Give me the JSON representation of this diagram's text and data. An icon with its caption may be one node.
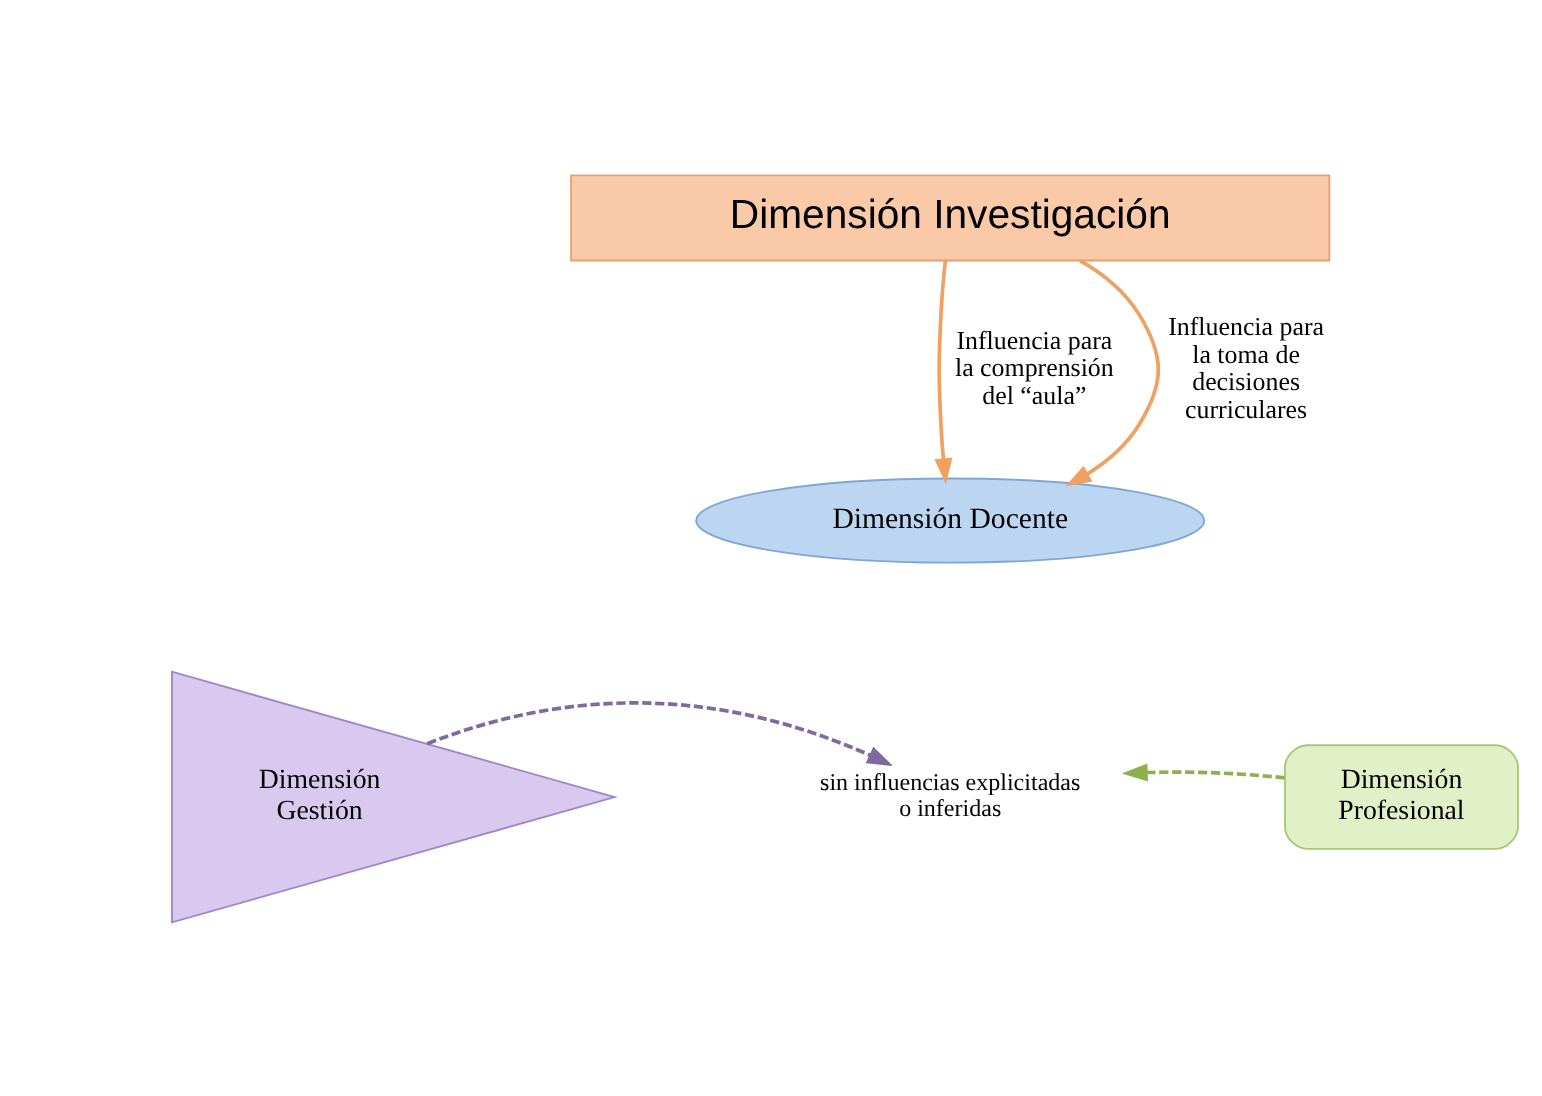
{
  "diagram": {
    "nodes": [
      {
        "text": [
          "Dimensión Investigación"
        ]
      },
      {
        "text": [
          "Dimensión Docente"
        ]
      },
      {
        "text": [
          "Dimensión Gestión"
        ]
      },
      {
        "text": [
          "sin influencias explicitadas o inferidas"
        ]
      },
      {
        "text": [
          "Dimensión Profesional"
        ]
      }
    ],
    "edges": [
      {
        "from": 0,
        "to": 1,
        "arrow": "to",
        "label": "Influencia para la comprensión del “aula”",
        "color": "#f0a060"
      },
      {
        "from": 0,
        "to": 1,
        "arrow": "to",
        "label": "Influencia para la toma de decisiones curriculares",
        "color": "#f0a060"
      },
      {
        "from": 2,
        "to": 3,
        "arrow": "to",
        "style": "dashed",
        "color": "#7f6a9f"
      },
      {
        "from": 4,
        "to": 3,
        "arrow": "to",
        "style": "dashed",
        "color": "#8fb04f"
      }
    ]
  }
}
